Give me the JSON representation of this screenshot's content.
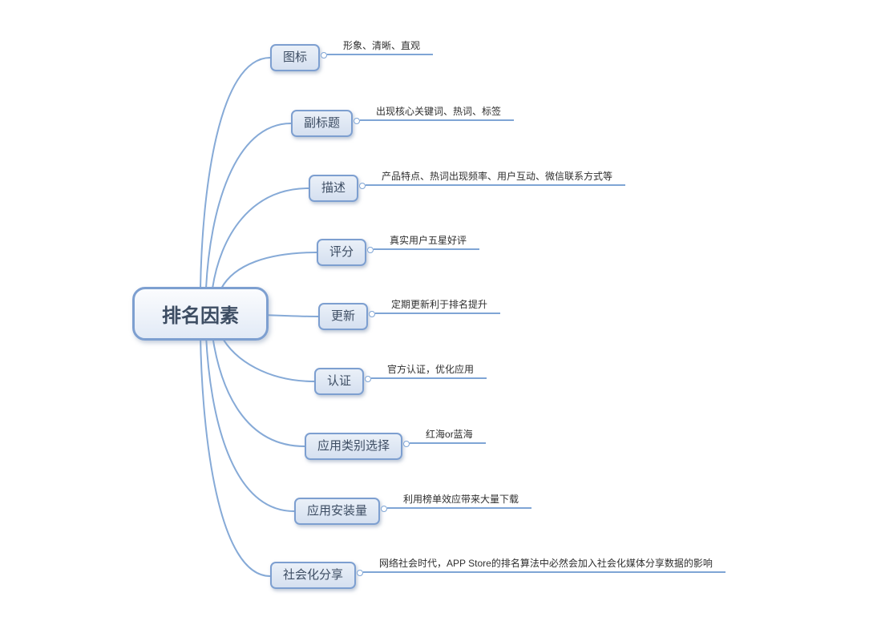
{
  "mindmap": {
    "root": {
      "label": "排名因素"
    },
    "branches": [
      {
        "label": "图标",
        "note": "形象、清晰、直观"
      },
      {
        "label": "副标题",
        "note": "出现核心关键词、热词、标签"
      },
      {
        "label": "描述",
        "note": "产品特点、热词出现频率、用户互动、微信联系方式等"
      },
      {
        "label": "评分",
        "note": "真实用户五星好评"
      },
      {
        "label": "更新",
        "note": "定期更新利于排名提升"
      },
      {
        "label": "认证",
        "note": "官方认证，优化应用"
      },
      {
        "label": "应用类别选择",
        "note": "红海or蓝海"
      },
      {
        "label": "应用安装量",
        "note": "利用榜单效应带来大量下载"
      },
      {
        "label": "社会化分享",
        "note": "网络社会时代，APP Store的排名算法中必然会加入社会化媒体分享数据的影响"
      }
    ],
    "colors": {
      "line": "#86aad7",
      "node_border": "#7d9fd0",
      "node_fill": "#dbe5f1",
      "node_text": "#3d4d63",
      "note_text": "#2f2f2f",
      "background": "#ffffff"
    }
  }
}
